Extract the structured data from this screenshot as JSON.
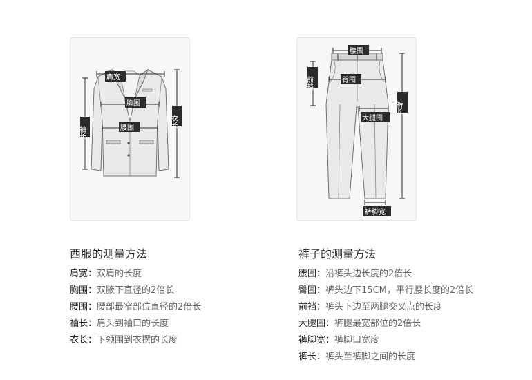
{
  "jacket": {
    "title": "西服的测量方法",
    "labels": {
      "shoulder": "肩宽",
      "chest": "胸围",
      "waist": "腰围",
      "sleeve": "袖长",
      "length": "衣长"
    },
    "items": [
      {
        "term": "肩宽",
        "desc": "双肩的长度"
      },
      {
        "term": "胸围",
        "desc": "双腋下直径的2倍长"
      },
      {
        "term": "腰围",
        "desc": "腰部最窄部位直径的2倍长"
      },
      {
        "term": "袖长",
        "desc": "肩头到袖口的长度"
      },
      {
        "term": "衣长",
        "desc": "下领围到衣摆的长度"
      }
    ]
  },
  "pants": {
    "title": "裤子的测量方法",
    "labels": {
      "waist": "腰围",
      "hip": "臀围",
      "rise": "前裆",
      "thigh": "大腿围",
      "length": "裤长",
      "hem": "裤脚宽"
    },
    "items": [
      {
        "term": "腰围",
        "desc": "沿裤头边长度的2倍长"
      },
      {
        "term": "臀围",
        "desc": "裤头边下15CM，平行腰长度的2倍长"
      },
      {
        "term": "前裆",
        "desc": "裤头下边至两腿交叉点的长度"
      },
      {
        "term": "大腿围",
        "desc": "裤腿最宽部位的2倍长"
      },
      {
        "term": "裤脚宽",
        "desc": "裤脚口宽度"
      },
      {
        "term": "裤长",
        "desc": "裤头至裤脚之间的长度"
      }
    ]
  }
}
